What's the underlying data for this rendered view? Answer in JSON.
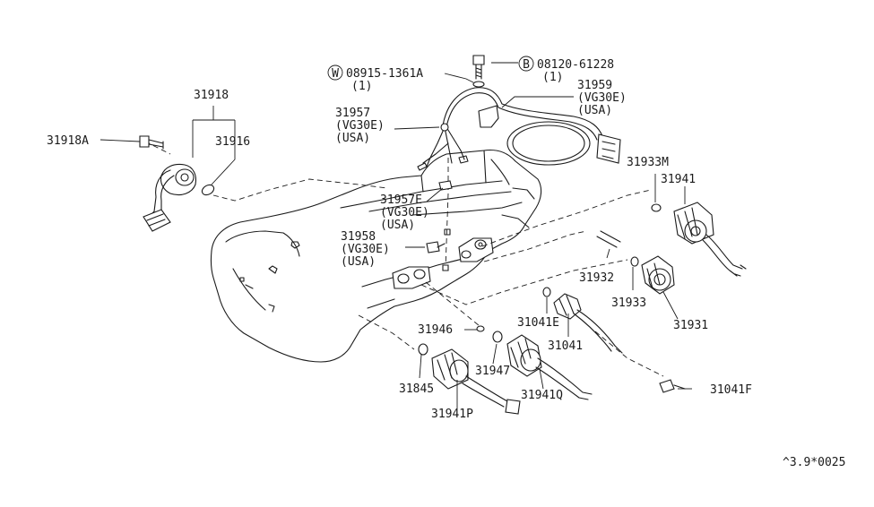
{
  "labels": {
    "p08915": "08915-1361A",
    "p08915_qty": "(1)",
    "p08120": "08120-61228",
    "p08120_qty": "(1)",
    "p31918": "31918",
    "p31918A": "31918A",
    "p31916": "31916",
    "p31957": "31957",
    "p31957_eng": "(VG30E)",
    "p31957_mkt": "(USA)",
    "p31959": "31959",
    "p31959_eng": "(VG30E)",
    "p31959_mkt": "(USA)",
    "p31957E": "31957E",
    "p31957E_eng": "(VG30E)",
    "p31957E_mkt": "(USA)",
    "p31958": "31958",
    "p31958_eng": "(VG30E)",
    "p31958_mkt": "(USA)",
    "p31933M": "31933M",
    "p31941": "31941",
    "p31932": "31932",
    "p31933": "31933",
    "p31931": "31931",
    "p31041E": "31041E",
    "p31041": "31041",
    "p31041F": "31041F",
    "p31946": "31946",
    "p31947": "31947",
    "p31845": "31845",
    "p31941Q": "31941Q",
    "p31941P": "31941P",
    "ref_code": "^3.9*0025"
  },
  "symbols": {
    "washer_symbol": "W",
    "bolt_symbol": "B"
  }
}
